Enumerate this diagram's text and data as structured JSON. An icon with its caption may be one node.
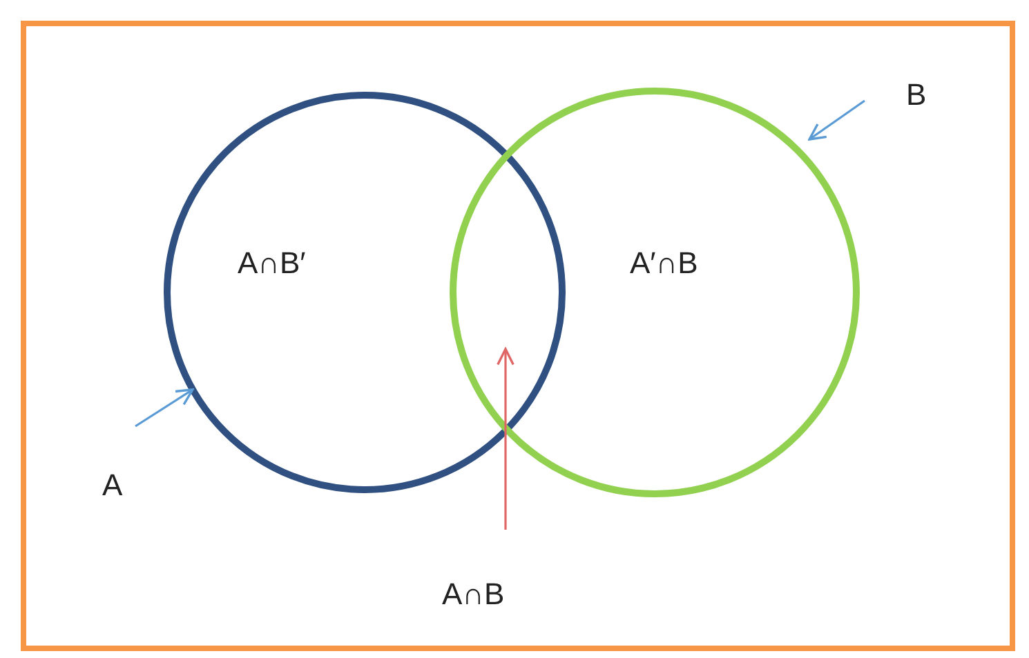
{
  "diagram": {
    "nodes": [
      {
        "text": [],
        "shape": "circle"
      },
      {
        "text": [],
        "shape": "circle"
      },
      {
        "text": [
          "A"
        ]
      },
      {
        "text": [
          "B"
        ]
      },
      {
        "text": [
          "A∩B"
        ]
      }
    ],
    "edges": [
      {
        "from": 2,
        "to": 0,
        "arrow": "to"
      },
      {
        "from": 3,
        "to": 1,
        "arrow": "to"
      },
      {
        "from": 4,
        "to": 0,
        "arrow": "to",
        "color": "#e06666"
      }
    ],
    "labels": [
      "A∩B′",
      "A′∩B"
    ]
  }
}
